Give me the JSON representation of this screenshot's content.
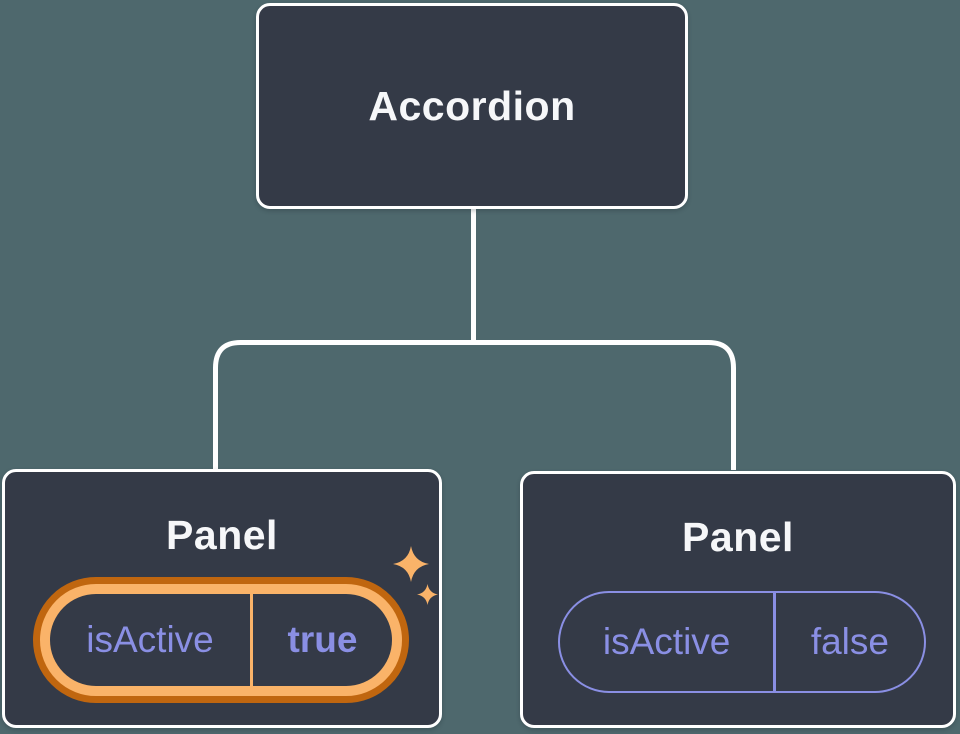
{
  "diagram": {
    "root": {
      "title": "Accordion"
    },
    "panels": [
      {
        "title": "Panel",
        "state_key": "isActive",
        "state_value": "true",
        "highlighted": true
      },
      {
        "title": "Panel",
        "state_key": "isActive",
        "state_value": "false",
        "highlighted": false
      }
    ]
  },
  "icons": [
    "sparkle-icon-large",
    "sparkle-icon-small"
  ],
  "colors": {
    "bg": "#4e686d",
    "box-fill": "#343a47",
    "box-border": "#ffffff",
    "title-text": "#f6f7f9",
    "purple": "#8a8fe4",
    "orange-dark": "#c0660f",
    "orange-light": "#fab369",
    "connector": "#ffffff"
  }
}
